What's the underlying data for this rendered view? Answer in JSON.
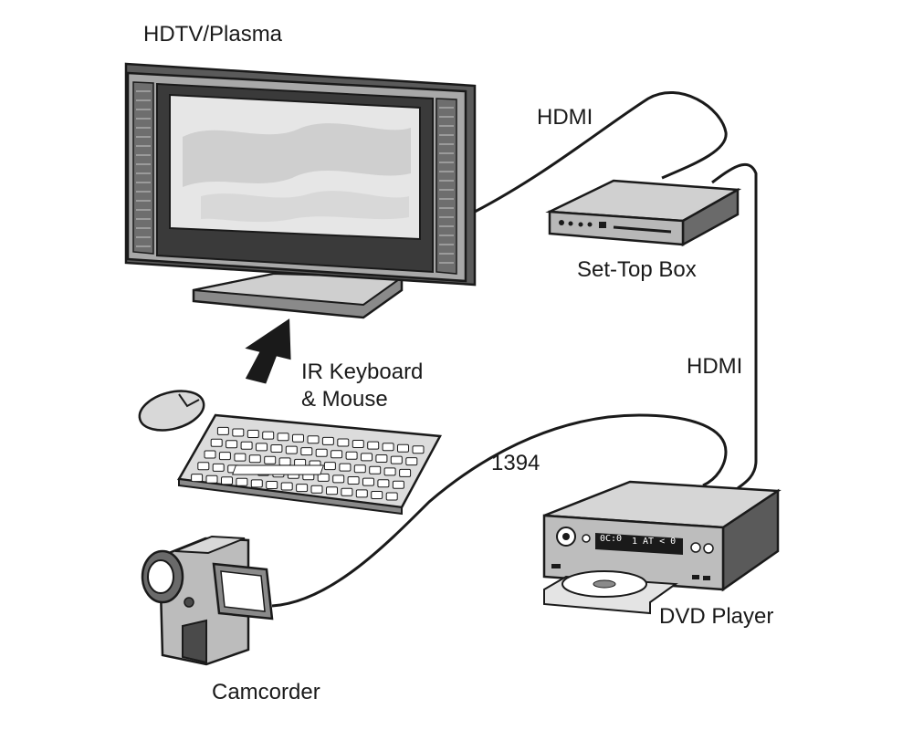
{
  "labels": {
    "hdtv": "HDTV/Plasma",
    "hdmi_top": "HDMI",
    "set_top_box": "Set-Top Box",
    "hdmi_right": "HDMI",
    "ir_line1": "IR Keyboard",
    "ir_line2": "& Mouse",
    "firewire": "1394",
    "dvd_player": "DVD Player",
    "camcorder": "Camcorder"
  },
  "dvd_display": {
    "left": "0C:0",
    "right": "1 AT < 0"
  },
  "colors": {
    "line": "#1a1a1a",
    "device_dark": "#4d4d4d",
    "device_mid": "#8a8a8a",
    "device_light": "#c8c8c8",
    "screen": "#e6e6e6"
  }
}
